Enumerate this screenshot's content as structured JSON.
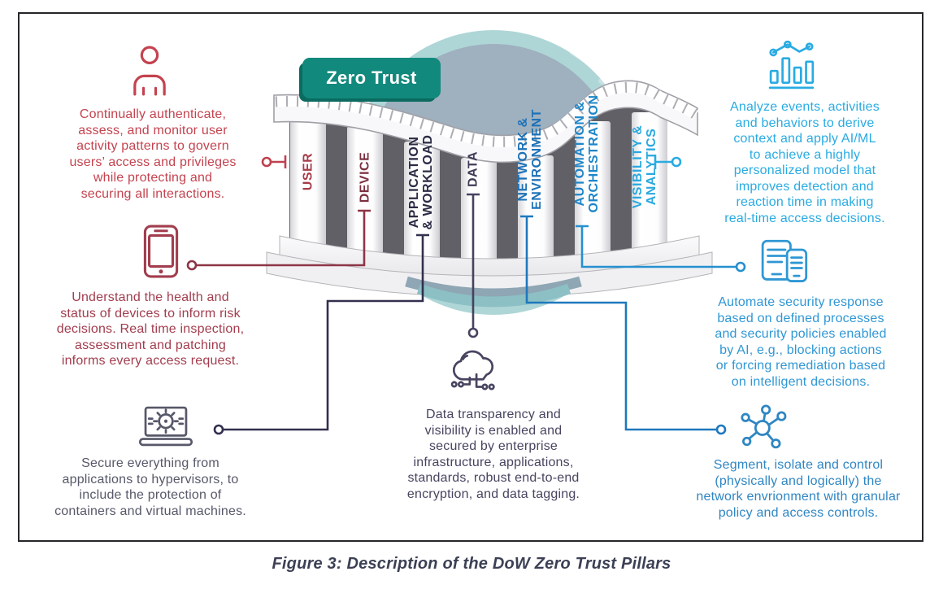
{
  "figure": {
    "banner_label": "Zero Trust",
    "caption": "Figure 3: Description of the DoW Zero Trust Pillars",
    "palette": {
      "banner_teal": "#12897D",
      "banner_shadow": "#0B6B61",
      "circle_teal": "#AFD6D7",
      "dome_blue_gray": "#9FB0BF",
      "pillar_gap_gray": "#606066",
      "caption_color": "#3C4054"
    },
    "pillars": [
      {
        "label": "USER",
        "label_color": "#A63C48",
        "line_color": "#BE4150",
        "text_color": "#C4434F",
        "icon": "person-icon",
        "description": "Continually authenticate,\nassess, and monitor user\nactivity patterns to govern\nusers’ access and privileges\nwhile protecting and\nsecuring all interactions."
      },
      {
        "label": "DEVICE",
        "label_color": "#7C3040",
        "line_color": "#8E3547",
        "text_color": "#A23D4E",
        "icon": "smartphone-icon",
        "description": "Understand the health and\nstatus of devices to inform risk\ndecisions. Real time inspection,\nassessment and patching\ninforms every access request."
      },
      {
        "label": "APPLICATION\n& WORKLOAD",
        "label_color": "#2B2B45",
        "line_color": "#32304E",
        "text_color": "#575869",
        "icon": "laptop-gear-icon",
        "description": "Secure everything from\napplications to hypervisors, to\ninclude the protection of\ncontainers and virtual machines."
      },
      {
        "label": "DATA",
        "label_color": "#3E3C57",
        "line_color": "#45435E",
        "text_color": "#474560",
        "icon": "cloud-data-icon",
        "description": "Data transparency and\nvisibility is enabled and\nsecured by enterprise\ninfrastructure, applications,\nstandards, robust end-to-end\nencryption, and data tagging."
      },
      {
        "label": "NETWORK &\nENVIRONMENT",
        "label_color": "#1C72B8",
        "line_color": "#1F78BD",
        "text_color": "#2F86C2",
        "icon": "network-hub-icon",
        "description": "Segment, isolate and control\n(physically and logically) the\nnetwork envrionment with granular\npolicy and access controls."
      },
      {
        "label": "AUTOMATION &\nORCHESTRATION",
        "label_color": "#1E86C8",
        "line_color": "#2590CF",
        "text_color": "#2F97D4",
        "icon": "tablet-phone-icon",
        "description": "Automate security response\nbased on defined processes\nand security policies enabled\nby AI, e.g., blocking actions\nor forcing remediation based\non intelligent decisions."
      },
      {
        "label": "VISIBILITY &\nANALYTICS",
        "label_color": "#29A9E0",
        "line_color": "#29ABE2",
        "text_color": "#29ABE2",
        "icon": "analytics-icon",
        "description": "Analyze events, activities\nand behaviors to derive\ncontext and apply AI/ML\nto achieve a highly\npersonalized model that\nimproves detection and\nreaction time in making\nreal-time access decisions."
      }
    ]
  }
}
